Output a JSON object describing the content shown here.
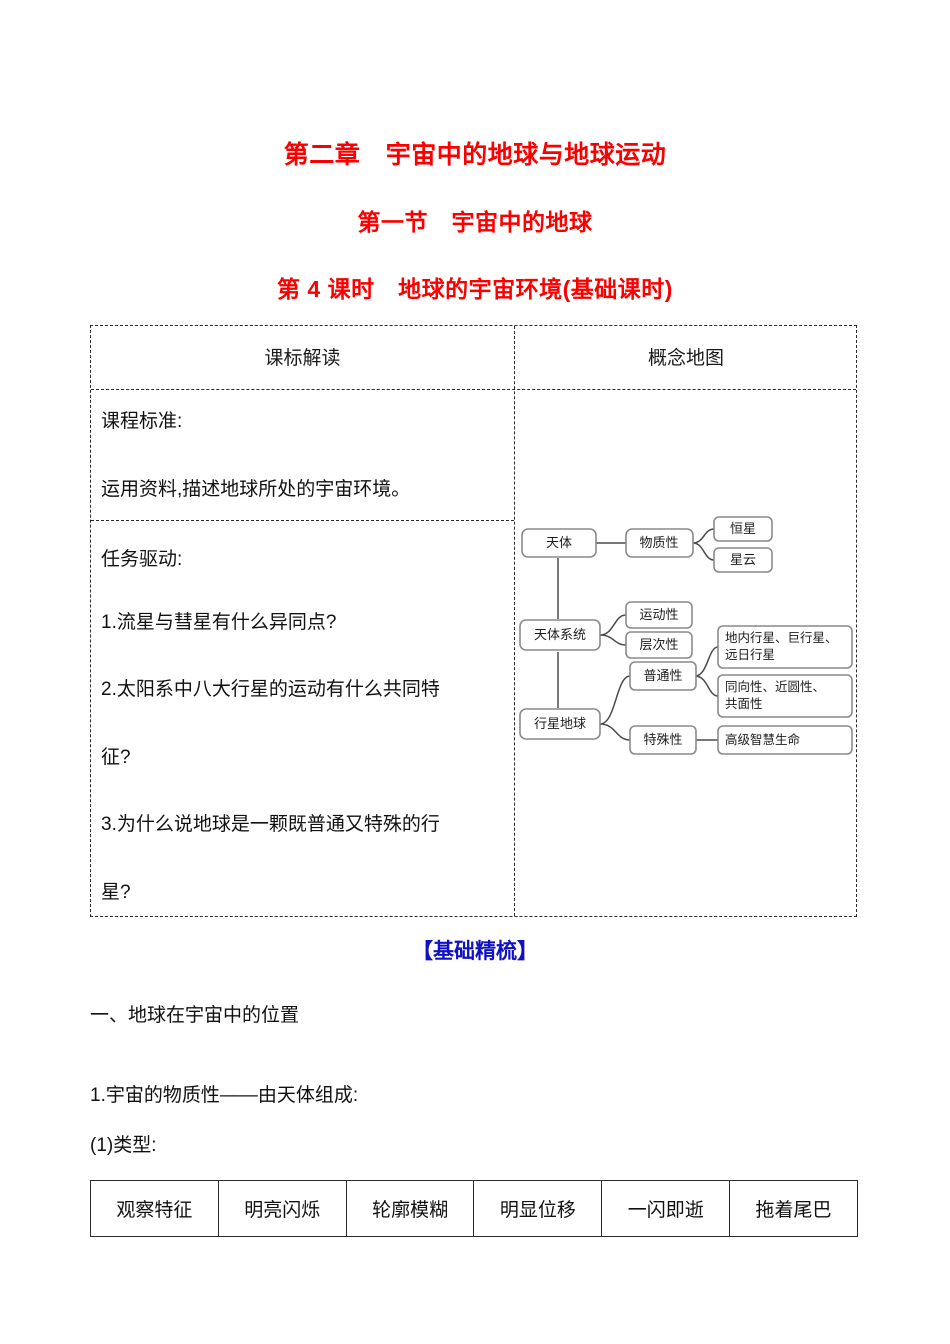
{
  "headings": {
    "chapter": "第二章　宇宙中的地球与地球运动",
    "section": "第一节　宇宙中的地球",
    "lesson": "第 4 课时　地球的宇宙环境(基础课时)"
  },
  "main_table": {
    "headers": {
      "left": "课标解读",
      "right": "概念地图"
    },
    "standard_label": "课程标准:",
    "standard_body": "运用资料,描述地球所处的宇宙环境。",
    "task_label": "任务驱动:",
    "tasks": [
      "1.流星与彗星有什么异同点?",
      "2.太阳系中八大行星的运动有什么共同特",
      "征?",
      "3.为什么说地球是一颗既普通又特殊的行",
      "星?"
    ]
  },
  "concept_map": {
    "nodes": {
      "tianti": "天体",
      "tianti_xitong": "天体系统",
      "xingxing_diqiu": "行星地球",
      "wuzhixing": "物质性",
      "yundongxing": "运动性",
      "cengcixing": "层次性",
      "putongxing": "普通性",
      "teshuxing": "特殊性",
      "hengxing": "恒星",
      "xingyun": "星云",
      "hangxing_line1": "地内行星、巨行星、",
      "hangxing_line2": "远日行星",
      "tongxiang_line1": "同向性、近圆性、",
      "tongxiang_line2": "共面性",
      "gaoji": "高级智慧生命"
    }
  },
  "banner": {
    "jichu_jingshu": "【基础精梳】"
  },
  "body": {
    "heading_one": "一、地球在宇宙中的位置",
    "para_one": "1.宇宙的物质性——由天体组成:",
    "para_two": "(1)类型:"
  },
  "feature_table": {
    "cells": [
      "观察特征",
      "明亮闪烁",
      "轮廓模糊",
      "明显位移",
      "一闪即逝",
      "拖着尾巴"
    ]
  },
  "colors": {
    "heading_red": "#fa0000",
    "banner_blue": "#1111c4",
    "table_border": "#2a2a2a",
    "node_border": "#8a8a8a"
  }
}
